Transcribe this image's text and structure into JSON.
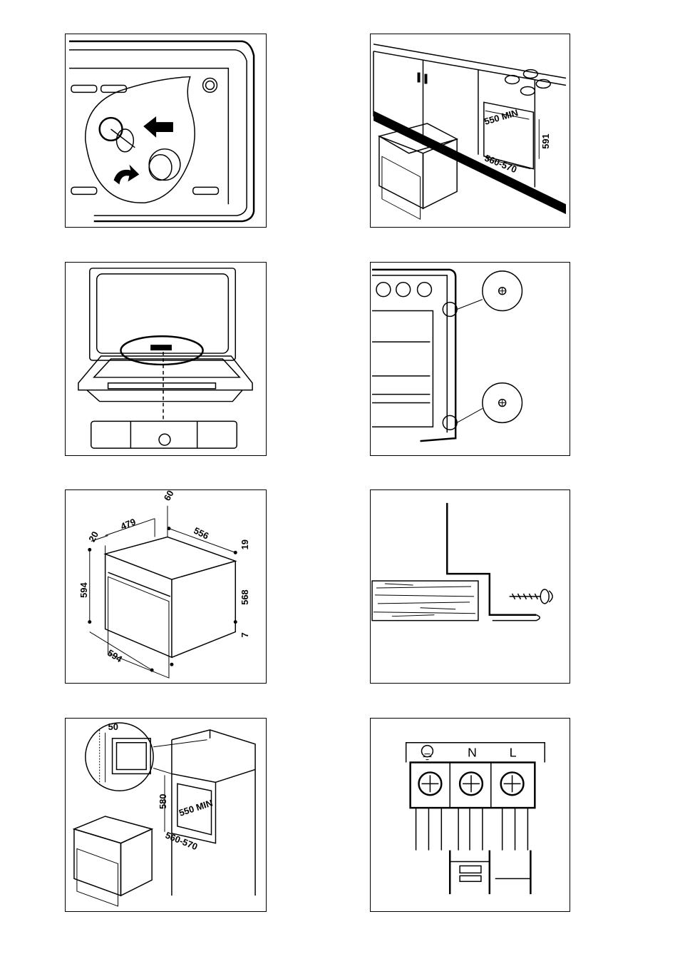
{
  "panel_lamp": {},
  "panel_kitchen": {
    "labels": {
      "min_depth": "550 MIN",
      "height": "591",
      "width": "560-570"
    }
  },
  "panel_door": {},
  "panel_screws": {},
  "panel_dimensions": {
    "labels": {
      "d60": "60",
      "d479": "479",
      "d20": "20",
      "d556": "556",
      "d19": "19",
      "d594h": "594",
      "d568": "568",
      "d7": "7",
      "d594w": "594"
    }
  },
  "panel_bracket": {},
  "panel_column": {
    "labels": {
      "d50": "50",
      "d580": "580",
      "min_depth": "550 MIN",
      "width": "560-570"
    }
  },
  "panel_terminal": {
    "labels": {
      "neutral": "N",
      "live": "L"
    }
  }
}
